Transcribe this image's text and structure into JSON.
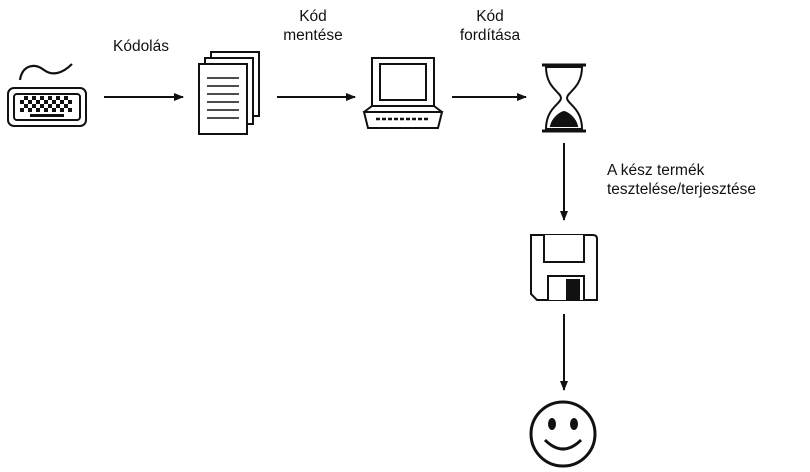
{
  "diagram": {
    "steps": {
      "coding": {
        "icon": "keyboard-icon",
        "label": "Kódolás"
      },
      "saving": {
        "icon": "documents-icon",
        "label_line1": "Kód",
        "label_line2": "mentése"
      },
      "compiling": {
        "icon": "computer-icon",
        "label_line1": "Kód",
        "label_line2": "fordítása"
      },
      "waiting": {
        "icon": "hourglass-icon"
      },
      "distribution": {
        "icon": "floppy-disk-icon",
        "label_line1": "A kész termék",
        "label_line2": "tesztelése/terjesztése"
      },
      "result": {
        "icon": "smiley-face-icon"
      }
    },
    "colors": {
      "stroke": "#111111",
      "background": "#ffffff"
    }
  }
}
